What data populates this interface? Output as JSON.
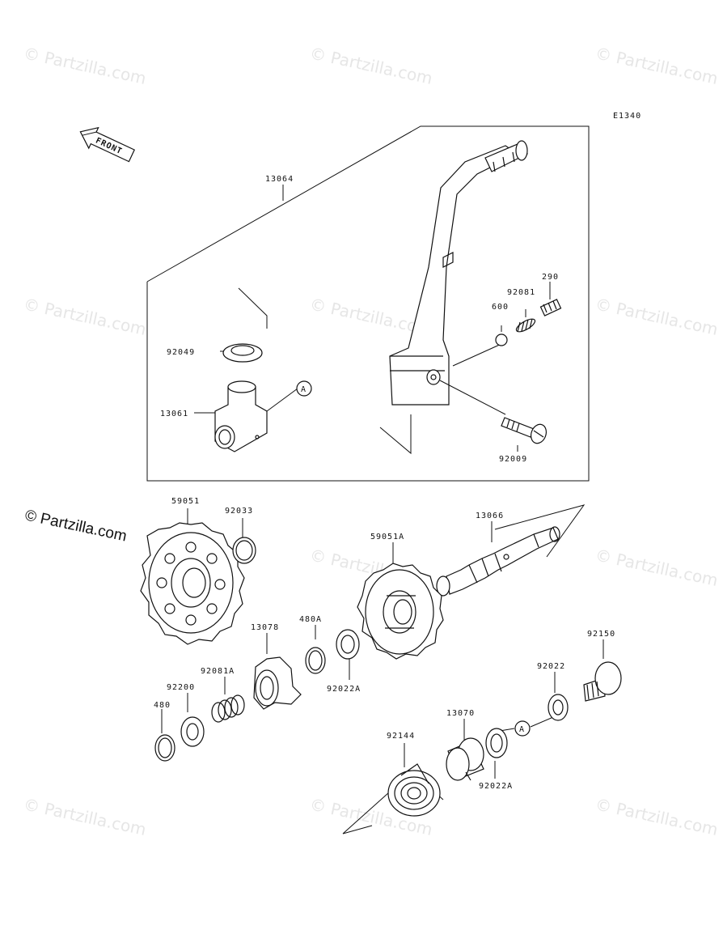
{
  "watermark": "© Partzilla.com",
  "diagram_code": "E1340",
  "front_label": "FRONT",
  "callout": "A",
  "parts": {
    "p13064": "13064",
    "p290": "290",
    "p92081": "92081",
    "p600": "600",
    "p92049": "92049",
    "p13061": "13061",
    "p92009": "92009",
    "p59051": "59051",
    "p92033": "92033",
    "p13066": "13066",
    "p59051A": "59051A",
    "p480A": "480A",
    "p13078": "13078",
    "p92150": "92150",
    "p92022": "92022",
    "p92081A": "92081A",
    "p92200": "92200",
    "p480": "480",
    "p92022A_1": "92022A",
    "p13070": "13070",
    "p92144": "92144",
    "p92022A_2": "92022A"
  }
}
